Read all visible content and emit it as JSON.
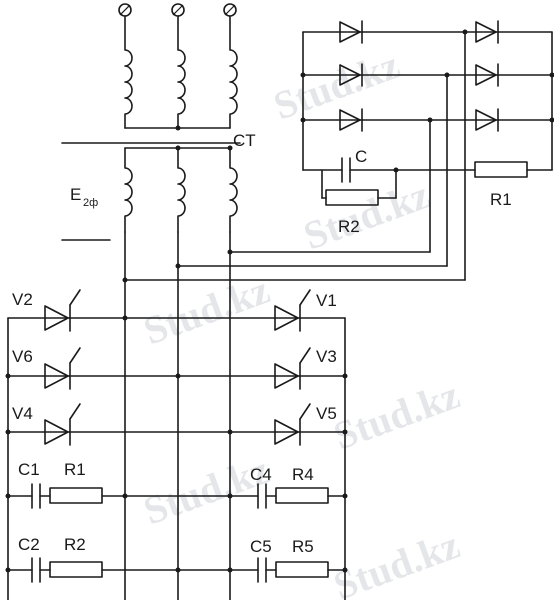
{
  "watermark": {
    "text": "Stud.kz"
  },
  "labels": {
    "ct": "CT",
    "c": "C",
    "r1_top": "R1",
    "r2_top": "R2",
    "e2f": "E",
    "e2f_sub": "2ф",
    "v1": "V1",
    "v2": "V2",
    "v3": "V3",
    "v4": "V4",
    "v5": "V5",
    "v6": "V6",
    "c1": "C1",
    "r1": "R1",
    "c2": "C2",
    "r2": "R2",
    "c4": "C4",
    "r4": "R4",
    "c5": "C5",
    "r5": "R5"
  },
  "colors": {
    "wire": "#1a1a1a",
    "watermark": "#cfd3d8"
  }
}
